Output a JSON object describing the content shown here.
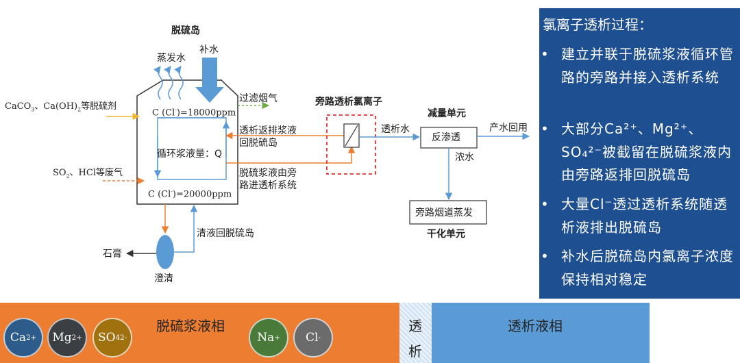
{
  "diagram": {
    "island_title": "脱硫岛",
    "evaporation": "蒸发水",
    "makeup_water": "补水",
    "filtered_gas": "过滤烟气",
    "desulfurizer_pre": "CaCO",
    "desulfurizer_mid": "、Ca(OH)",
    "desulfurizer_post": "等脱硫剂",
    "sub3": "3",
    "sub2": "2",
    "waste_gas_pre": "SO",
    "waste_gas_mid": "、HCl",
    "waste_gas_post": "等废气",
    "conc_top_pre": "C (Cl",
    "conc_top_post": ")=18000ppm",
    "conc_bottom_pre": "C (Cl",
    "conc_bottom_post": ")=20000ppm",
    "minus": "-",
    "circulation": "循环浆液量：Q",
    "return_label_1": "透析返排浆液",
    "return_label_2": "回脱硫岛",
    "bypass_label_1": "脱硫浆液由旁",
    "bypass_label_2": "路进透析系统",
    "clear_return": "清液回脱硫岛",
    "gypsum": "石膏",
    "clarify": "澄清",
    "bypass_dialysis_title": "旁路透析氯离子",
    "dialysate": "透析水",
    "reduction_title": "减量单元",
    "ro": "反渗透",
    "product_reuse": "产水回用",
    "concentrate": "浓水",
    "flue_evap": "旁路烟道蒸发",
    "drying_unit": "干化单元"
  },
  "panel": {
    "title": "氯离子透析过程：",
    "bullet_symbol": "•",
    "bullets": [
      "建立并联于脱硫浆液循环管路的旁路并接入透析系统",
      "大部分Ca²⁺、Mg²⁺、SO₄²⁻被截留在脱硫浆液内由旁路返排回脱硫岛",
      "大量Cl⁻透过透析系统随透析液排出脱硫岛",
      "补水后脱硫岛内氯离子浓度保持相对稳定"
    ]
  },
  "band": {
    "slurry_phase": "脱硫浆液相",
    "membrane_1": "透",
    "membrane_2": "析",
    "dialysate_phase": "透析液相",
    "ions": {
      "ca": "Ca",
      "ca_sup": "2+",
      "mg": "Mg",
      "mg_sup": "2+",
      "so4": "SO",
      "so4_sub": "4",
      "so4_sup": "2-",
      "na": "Na",
      "na_sup": "+",
      "cl": "Cl",
      "cl_sup": "-"
    }
  },
  "colors": {
    "orange": "#ed7d31",
    "blue_flow": "#5b9bd5",
    "panel_bg": "#1d4f91",
    "ion_ca": "#2e5c8a",
    "ion_mg": "#3b3f44",
    "ion_so4": "#a0720f",
    "ion_na": "#4a7a3a",
    "ion_cl": "#6b6b6b"
  }
}
